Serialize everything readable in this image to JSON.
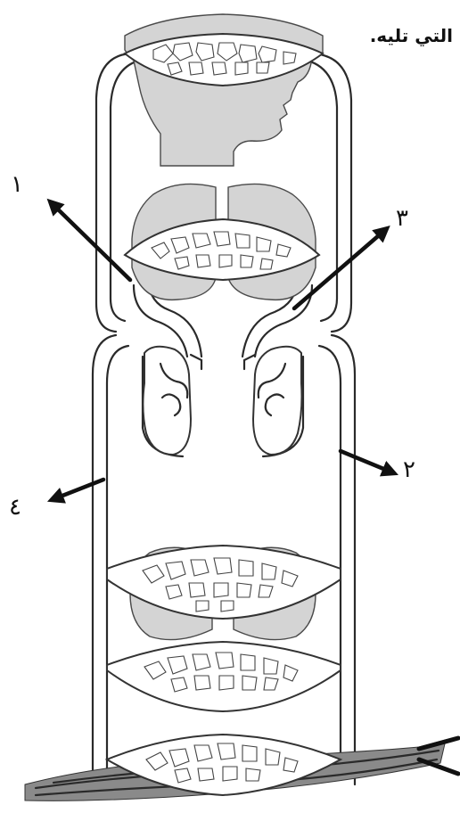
{
  "header": {
    "text": "التي تليه."
  },
  "labels": {
    "label_1": "١",
    "label_2": "٢",
    "label_3": "٣",
    "label_4": "٤"
  },
  "icons": [
    "head-silhouette-icon",
    "lungs-icon",
    "heart-icon",
    "kidneys-icon",
    "muscle-icon"
  ]
}
